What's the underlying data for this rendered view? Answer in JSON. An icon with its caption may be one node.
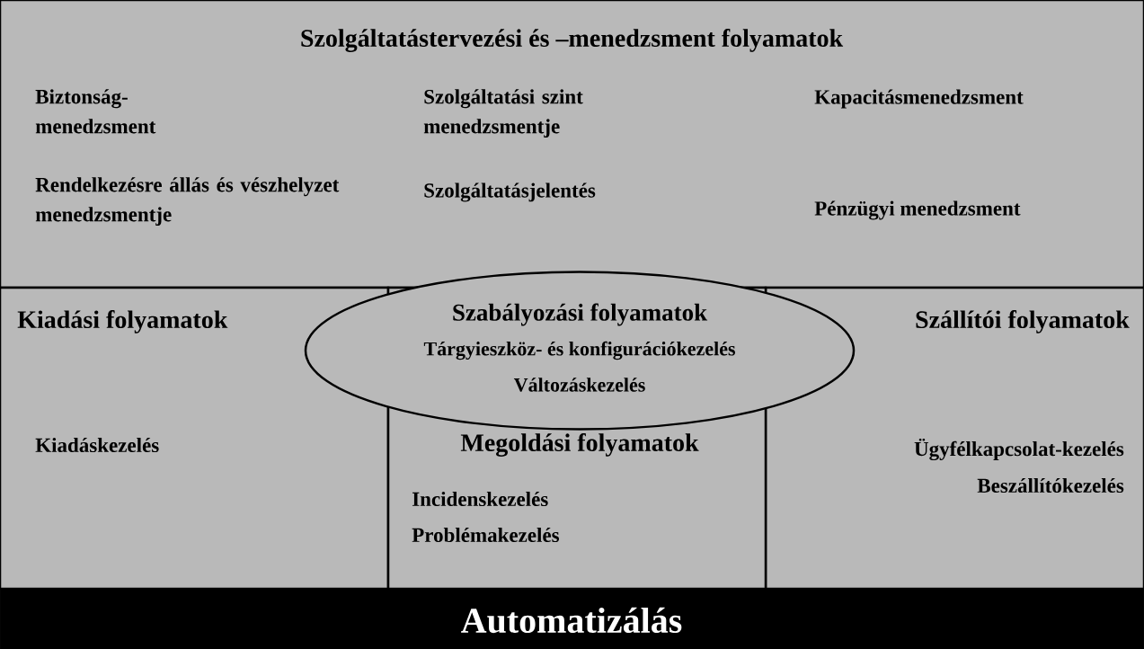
{
  "diagram": {
    "nodes": [
      {
        "text": [
          "Szolgáltatástervezési és –menedzsment folyamatok",
          "Biztonság- menedzsment",
          "Szolgáltatási szint menedzsmentje",
          "Kapacitásmenedzsment",
          "Rendelkezésre állás és vészhelyzet menedzsmentje",
          "Szolgáltatásjelentés",
          "Pénzügyi menedzsment"
        ]
      },
      {
        "text": [
          "Kiadási folyamatok",
          "Kiadáskezelés"
        ]
      },
      {
        "text": [
          "Szabályozási folyamatok",
          "Tárgyieszköz- és konfigurációkezelés",
          "Változáskezelés"
        ]
      },
      {
        "text": [
          "Szállítói folyamatok",
          "Ügyfélkapcsolat-kezelés",
          "Beszállítókezelés"
        ]
      },
      {
        "text": [
          "Megoldási folyamatok",
          "Incidenskezelés",
          "Problémakezelés"
        ]
      },
      {
        "text": [
          "Automatizálás"
        ]
      }
    ],
    "edges": []
  }
}
